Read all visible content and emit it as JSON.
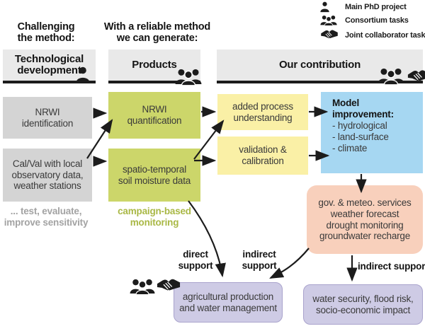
{
  "intro": {
    "challenge": "Challenging\nthe method:",
    "generate": "With a reliable method\nwe can generate:"
  },
  "legend": {
    "items": [
      {
        "icon": "person-icon",
        "label": "Main PhD project"
      },
      {
        "icon": "group-icon",
        "label": "Consortium tasks"
      },
      {
        "icon": "handshake-icon",
        "label": "Joint collaborator tasks"
      }
    ]
  },
  "headers": {
    "technological": "Technological\ndevelopment",
    "products": "Products",
    "contribution": "Our contribution"
  },
  "method_column": {
    "nrwi_identification": "NRWI\nidentification",
    "calval": "Cal/Val with local\nobservatory data,\nweather stations",
    "note": "... test, evaluate,\nimprove sensitivity"
  },
  "products_column": {
    "nrwi_quantification": "NRWI\nquantification",
    "soil_moisture": "spatio-temporal\nsoil moisture data",
    "note": "campaign-based\nmonitoring"
  },
  "contribution_column": {
    "added_process": "added process\nunderstanding",
    "validation": "validation &\ncalibration",
    "model_improvement_title": "Model\nimprovement:",
    "model_improvement_items": "- hydrological\n- land-surface\n- climate",
    "services": "gov. & meteo. services\nweather forecast\ndrought monitoring\ngroundwater recharge"
  },
  "outcomes": {
    "agriculture": "agricultural production\nand water management",
    "water_security": "water security, flood risk,\nsocio-economic impact"
  },
  "arrow_labels": {
    "direct_support": "direct\nsupport",
    "indirect_support_left": "indirect\nsupport",
    "indirect_support_right": "indirect support"
  },
  "colors": {
    "header_gray": "#e9e9e9",
    "box_gray": "#d4d4d4",
    "box_green": "#ccd66a",
    "box_yellow": "#faf0a6",
    "box_blue": "#a6d7f2",
    "box_orange": "#f8d0bc",
    "box_purple": "#cecbe5",
    "purple_border": "#a9a3cc",
    "note_gray": "#a3a3a3",
    "note_green": "#a9b845",
    "arrow_black": "#1c1c1c"
  }
}
